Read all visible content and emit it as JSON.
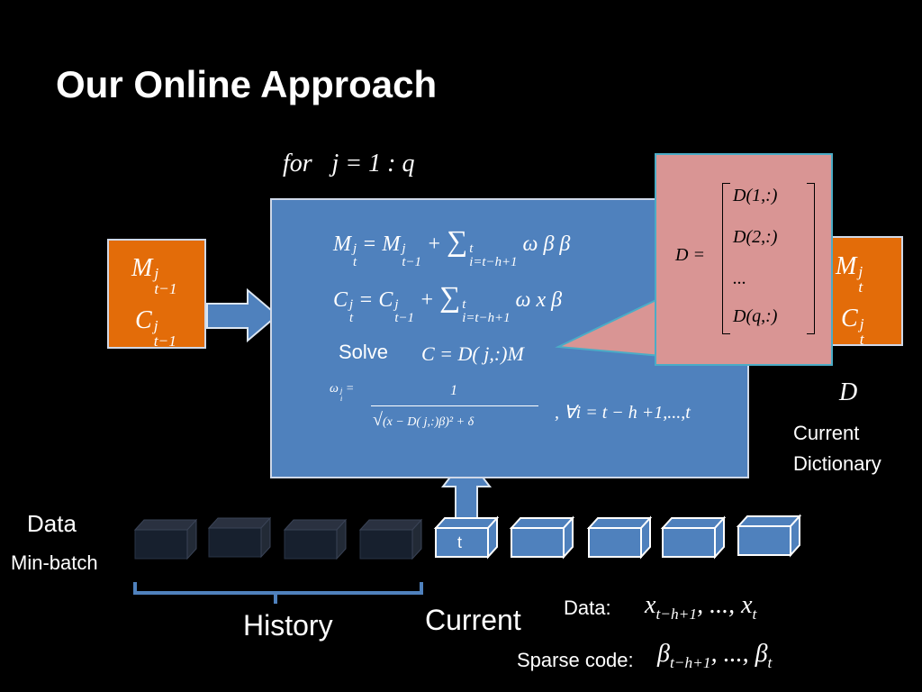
{
  "title": "Our Online Approach",
  "loop_header": "for",
  "loop_range": "j = 1 : q",
  "left_box": {
    "m": "M",
    "c": "C",
    "sup": "j",
    "sub": "t−1"
  },
  "right_box": {
    "m": "M",
    "c": "C",
    "sup": "j",
    "sub": "t"
  },
  "equations": {
    "eq1_lhs": "M",
    "eq1_rhs": "= M",
    "eq1_sum_range": "i=t−h+1",
    "eq1_sum_top": "t",
    "eq1_term": "ω β β",
    "eq2_lhs": "C",
    "eq2_rhs": "= C",
    "eq2_sum_range": "i=t−h+1",
    "eq2_sum_top": "t",
    "eq2_term": "ω x β",
    "solve_label": "Solve",
    "solve_eq": "C = D( j,:)M",
    "omega_lhs": "ω",
    "omega_num": "1",
    "omega_den": "(x − D( j,:)β)² + δ",
    "omega_cond": ", ∀i = t − h +1,...,t"
  },
  "dict_matrix": {
    "lhs": "D =",
    "rows": [
      "D(1,:)",
      "D(2,:)",
      "...",
      "D(q,:)"
    ]
  },
  "dict_symbol": "D",
  "dict_label_1": "Current",
  "dict_label_2": "Dictionary",
  "data_label": "Data",
  "minbatch_label": "Min-batch",
  "history_label": "History",
  "current_label": "Current",
  "t_label": "t",
  "data_expr_label": "Data:",
  "data_expr": "x , ..., x",
  "data_expr_sub1": "t−h+1",
  "data_expr_sub2": "t",
  "sparse_label": "Sparse code:",
  "sparse_expr": "β , ..., β",
  "sparse_sub1": "t−h+1",
  "sparse_sub2": "t",
  "colors": {
    "main_box": "#4f81bd",
    "orange": "#e36c09",
    "callout": "#d99594",
    "callout_border": "#4bacc6",
    "history_block": "#17202e",
    "current_block": "#4f81bd",
    "arrow_green": "#9bbb59"
  }
}
